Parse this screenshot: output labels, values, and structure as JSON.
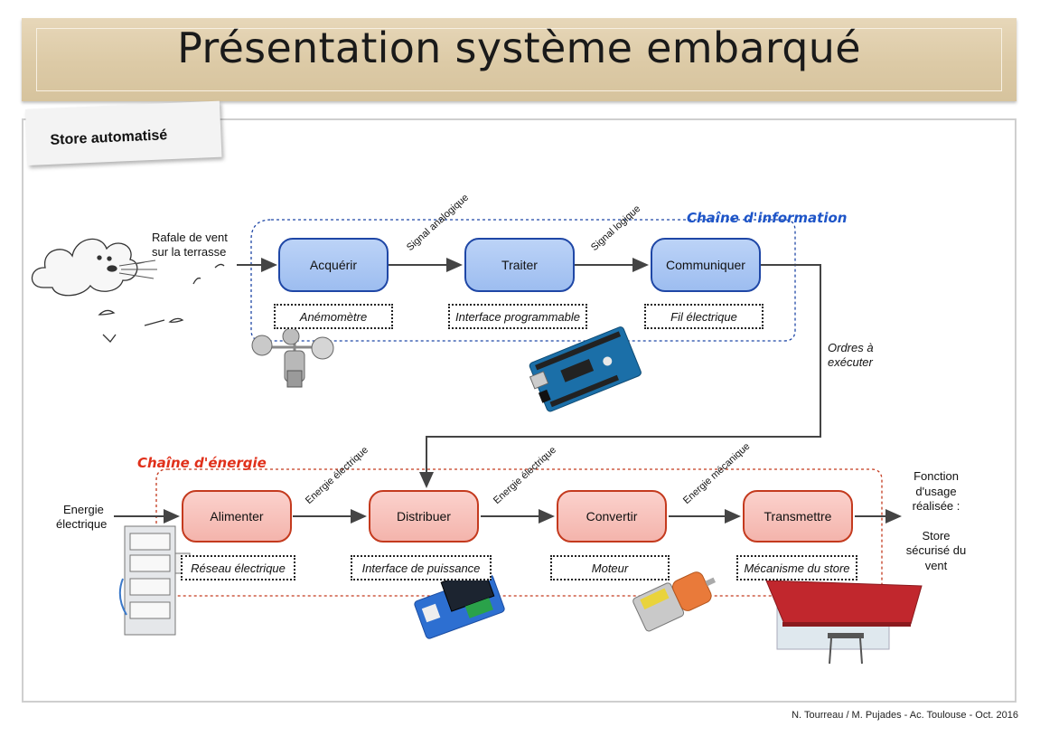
{
  "title": "Présentation système embarqué",
  "tab_label": "Store automatisé",
  "info_chain": {
    "title": "Chaîne d'information",
    "input": [
      "Rafale de vent",
      "sur la terrasse"
    ],
    "blocks": [
      "Acquérir",
      "Traiter",
      "Communiquer"
    ],
    "components": [
      "Anémomètre",
      "Interface programmable",
      "Fil électrique"
    ],
    "links": [
      "Signal analogique",
      "Signal logique"
    ],
    "output": [
      "Ordres à",
      "exécuter"
    ]
  },
  "energy_chain": {
    "title": "Chaîne d'énergie",
    "input": [
      "Energie",
      "électrique"
    ],
    "blocks": [
      "Alimenter",
      "Distribuer",
      "Convertir",
      "Transmettre"
    ],
    "components": [
      "Réseau électrique",
      "Interface de puissance",
      "Moteur",
      "Mécanisme du store"
    ],
    "links": [
      "Energie électrique",
      "Energie électrique",
      "Energie mécanique"
    ],
    "output": [
      "Fonction",
      "d'usage",
      "réalisée :",
      "",
      "Store",
      "sécurisé du",
      "vent"
    ]
  },
  "footer": "N. Tourreau / M. Pujades - Ac. Toulouse -  Oct. 2016",
  "colors": {
    "info": "#1f47a6",
    "info_title": "#1e55c8",
    "energy": "#c43a1e",
    "energy_title": "#e0301a"
  },
  "icons": [
    "cloud-wind-icon",
    "anemometer-icon",
    "arduino-board-icon",
    "electrical-panel-icon",
    "relay-module-icon",
    "motor-icon",
    "awning-icon"
  ]
}
